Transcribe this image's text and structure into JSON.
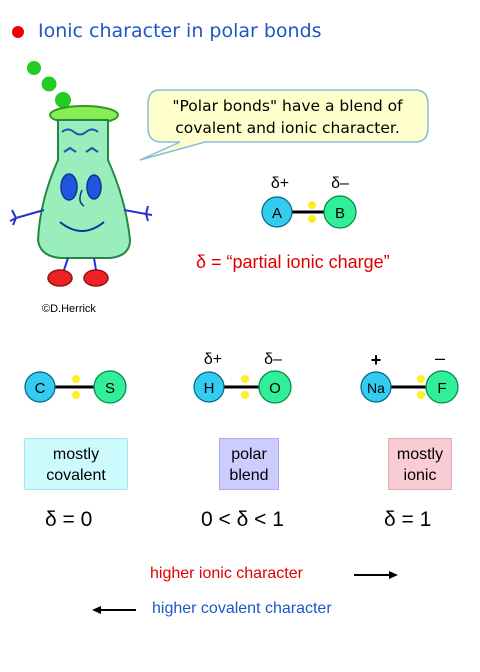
{
  "title": "Ionic character in polar bonds",
  "speech_bubble": "\"Polar bonds\" have a blend of covalent and ionic character.",
  "credit": "©D.Herrick",
  "example_bond": {
    "charge_left": "δ+",
    "charge_right": "δ–",
    "atom_left": "A",
    "atom_right": "B"
  },
  "delta_definition": "δ = “partial ionic charge”",
  "bonds": [
    {
      "atom_left": "C",
      "atom_right": "S",
      "charge_left": "",
      "charge_right": "",
      "category": "mostly covalent",
      "category_line1": "mostly",
      "category_line2": "covalent",
      "delta": "δ = 0"
    },
    {
      "atom_left": "H",
      "atom_right": "O",
      "charge_left": "δ+",
      "charge_right": "δ–",
      "category": "polar blend",
      "category_line1": "polar",
      "category_line2": "blend",
      "delta": "0 < δ < 1"
    },
    {
      "atom_left": "Na",
      "atom_right": "F",
      "charge_left": "+",
      "charge_right": "–",
      "category": "mostly ionic",
      "category_line1": "mostly",
      "category_line2": "ionic",
      "delta": "δ = 1"
    }
  ],
  "arrows": {
    "ionic": "higher ionic character",
    "covalent": "higher covalent character"
  },
  "colors": {
    "title": "#1f56c9",
    "red": "#e00000",
    "atom_blue": "#33ccee",
    "atom_green": "#33ee99",
    "electron": "#ffee22",
    "bubble": "#ffffcc"
  }
}
